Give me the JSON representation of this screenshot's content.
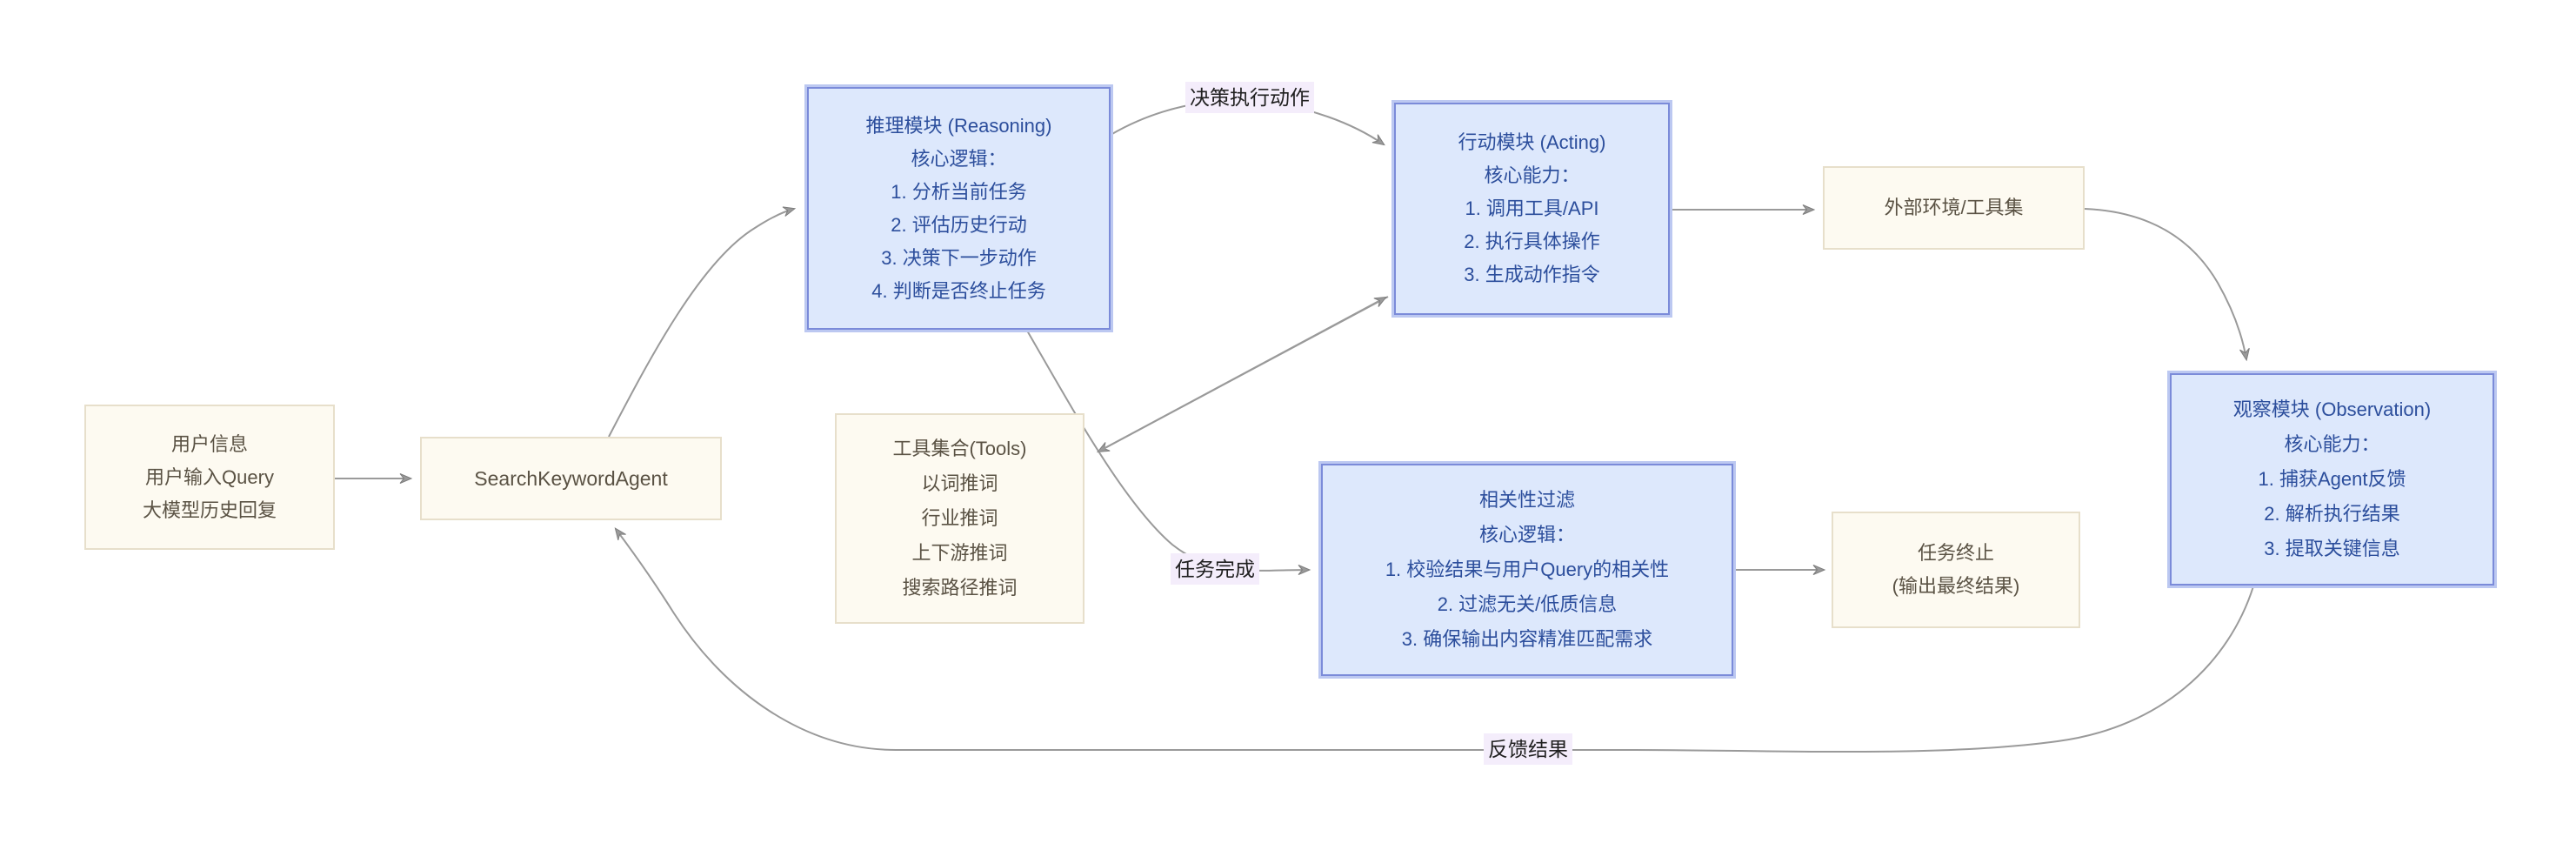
{
  "diagram": {
    "background": "#ffffff",
    "colors": {
      "blue_fill": "#dde8fc",
      "blue_border": "#7b8bd9",
      "blue_ring": "#bcc8f1",
      "blue_text": "#2c4e9c",
      "cream_fill": "#fdfaf1",
      "cream_border": "#e7dfcb",
      "cream_text": "#5a5244",
      "edge_line": "#9a9a9a",
      "edge_label_bg": "#f4edfb",
      "edge_label_text": "#202020"
    }
  },
  "nodes": {
    "user_info": {
      "lines": [
        "用户信息",
        "用户输入Query",
        "大模型历史回复"
      ]
    },
    "agent": {
      "label": "SearchKeywordAgent"
    },
    "reasoning": {
      "lines": [
        "推理模块 (Reasoning)",
        "核心逻辑：",
        "1. 分析当前任务",
        "2. 评估历史行动",
        "3. 决策下一步动作",
        "4. 判断是否终止任务"
      ]
    },
    "acting": {
      "lines": [
        "行动模块 (Acting)",
        "核心能力：",
        "1. 调用工具/API",
        "2. 执行具体操作",
        "3. 生成动作指令"
      ]
    },
    "external_env": {
      "label": "外部环境/工具集"
    },
    "tools": {
      "lines": [
        "工具集合(Tools)",
        "以词推词",
        "行业推词",
        "上下游推词",
        "搜索路径推词"
      ]
    },
    "relevance_filter": {
      "lines": [
        "相关性过滤",
        "核心逻辑：",
        "1. 校验结果与用户Query的相关性",
        "2. 过滤无关/低质信息",
        "3. 确保输出内容精准匹配需求"
      ]
    },
    "task_end": {
      "lines": [
        "任务终止",
        "(输出最终结果)"
      ]
    },
    "observation": {
      "lines": [
        "观察模块 (Observation)",
        "核心能力：",
        "1. 捕获Agent反馈",
        "2. 解析执行结果",
        "3. 提取关键信息"
      ]
    }
  },
  "edge_labels": {
    "decide_act": "决策执行动作",
    "task_done": "任务完成",
    "feedback": "反馈结果"
  }
}
